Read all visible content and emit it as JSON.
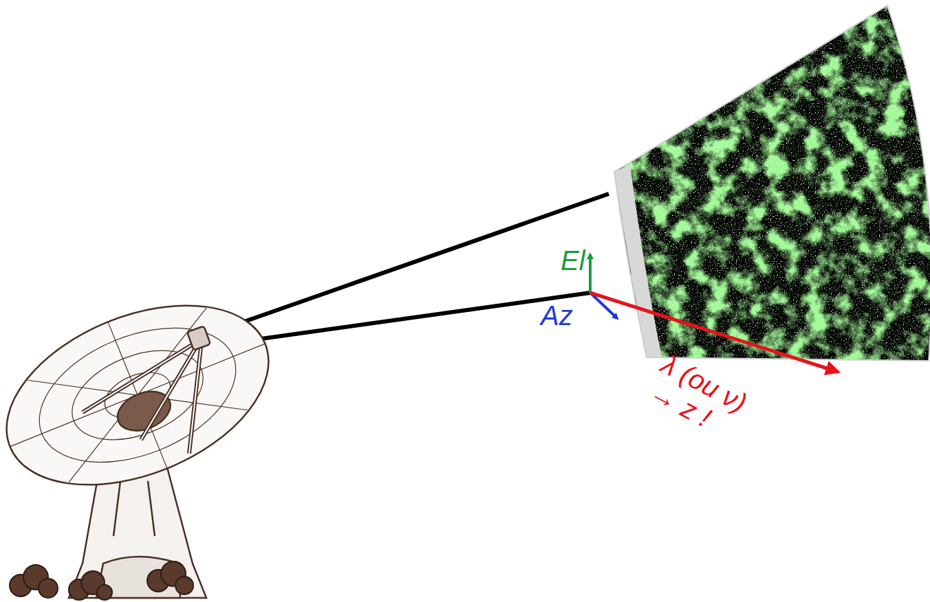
{
  "diagram": {
    "labels": [
      "El",
      "Az",
      "λ (ou ν)",
      "→ z !"
    ]
  }
}
